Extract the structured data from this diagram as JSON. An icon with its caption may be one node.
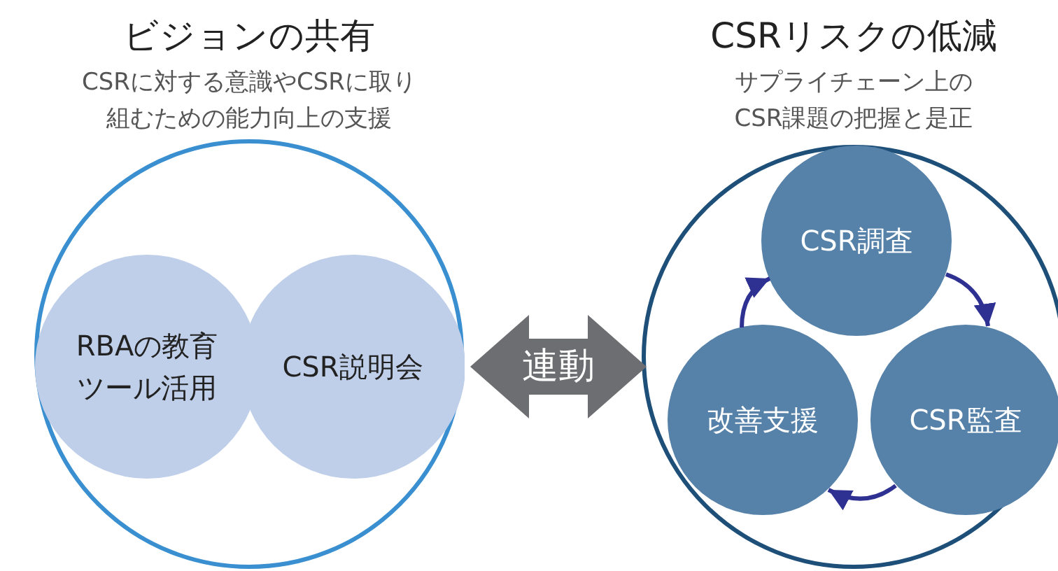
{
  "diagram": {
    "nodes": [
      {
        "text": [
          "ビジョンの共有",
          "CSRに対する意識やCSRに取り組むための能力向上の支援"
        ]
      },
      {
        "text": [
          "RBAの教育ツール活用"
        ],
        "in": 0
      },
      {
        "text": [
          "CSR説明会"
        ],
        "in": 0
      },
      {
        "text": [
          "CSRリスクの低減",
          "サプライチェーン上のCSR課題の把握と是正"
        ]
      },
      {
        "text": [
          "CSR調査"
        ],
        "in": 3
      },
      {
        "text": [
          "CSR監査"
        ],
        "in": 3
      },
      {
        "text": [
          "改善支援"
        ],
        "in": 3
      }
    ],
    "edges": [
      {
        "from": 0,
        "to": 3,
        "arrow": "both",
        "label": "連動",
        "style": "thick",
        "color": "#6d6e71"
      },
      {
        "from": 4,
        "to": 5,
        "arrow": "to"
      },
      {
        "from": 5,
        "to": 6,
        "arrow": "to"
      },
      {
        "from": 6,
        "to": 4,
        "arrow": "to"
      }
    ]
  }
}
